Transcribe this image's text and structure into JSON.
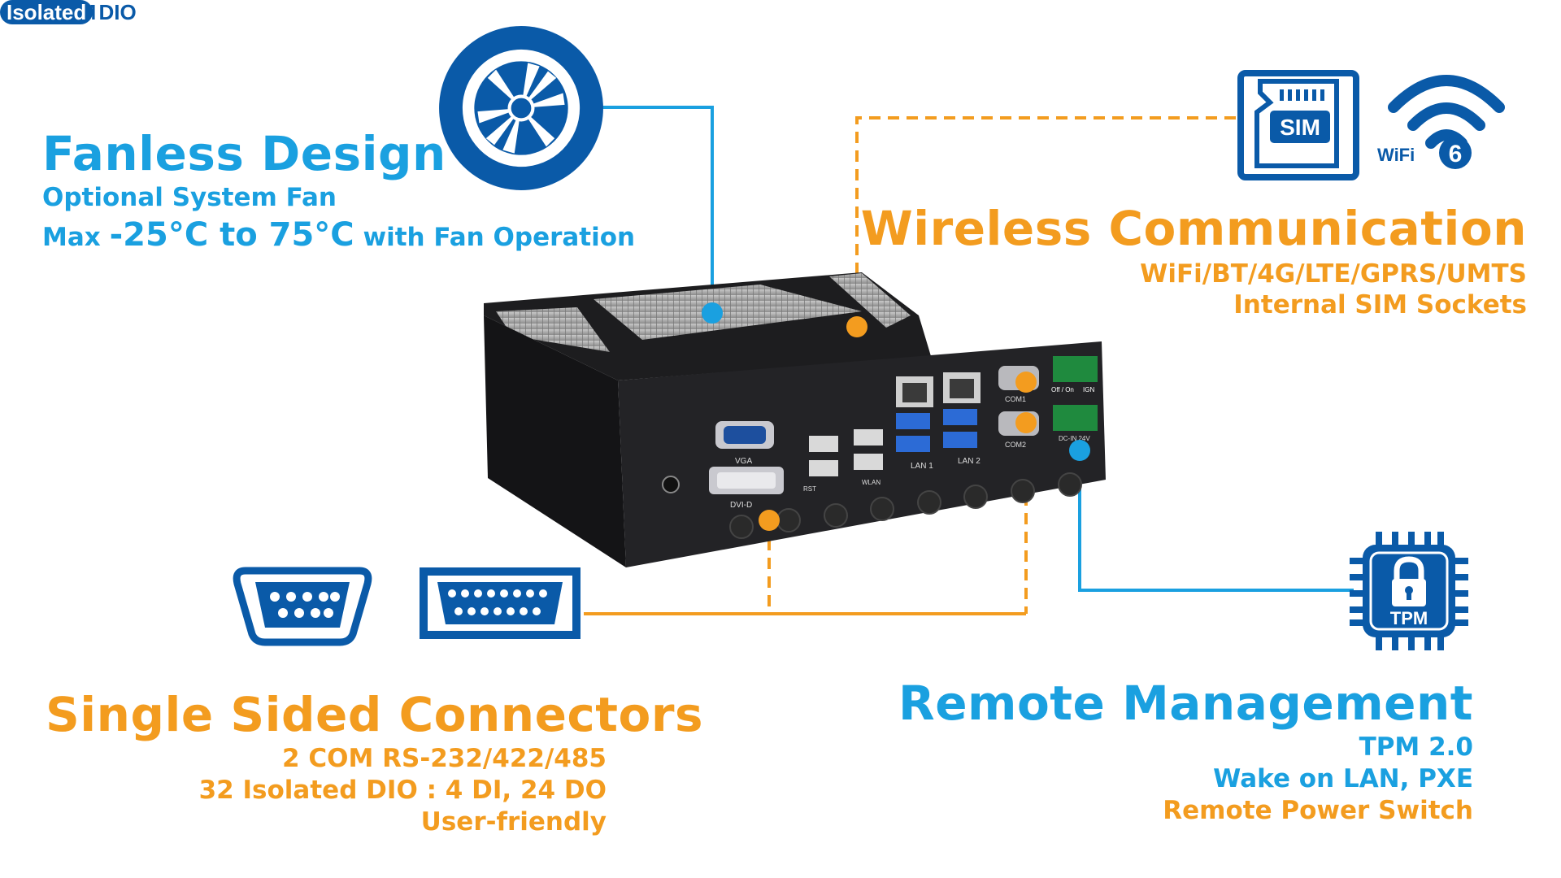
{
  "colors": {
    "blue": "#1aa0e0",
    "orange": "#f39c1f",
    "dark_blue": "#0a5aa8",
    "device": "#1b1b1d"
  },
  "fanless": {
    "title": "Fanless Design",
    "line1": "Optional System Fan",
    "line2_prefix": "Max ",
    "line2_range": "-25°C to 75°C",
    "line2_suffix": " with Fan Operation",
    "icon": "fan-icon"
  },
  "wireless": {
    "title": "Wireless Communication",
    "line1": "WiFi/BT/4G/LTE/GPRS/UMTS",
    "line2": "Internal SIM Sockets",
    "sim_label": "SIM",
    "wifi_label": "WiFi",
    "wifi_version": "6",
    "icons": [
      "sim-card-icon",
      "wifi-icon"
    ]
  },
  "connectors": {
    "title": "Single Sided Connectors",
    "line1": "2 COM RS-232/422/485",
    "line2": "32 Isolated DIO : 4 DI, 24 DO",
    "line3": "User-friendly",
    "com_label": "COM",
    "dio_badge": "Isolated",
    "dio_label": "DIO",
    "icons": [
      "com-port-icon",
      "dio-port-icon"
    ]
  },
  "remote": {
    "title": "Remote Management",
    "line1": "TPM 2.0",
    "line2": "Wake on LAN, PXE",
    "line3": "Remote Power Switch",
    "tpm_label": "TPM",
    "icon": "tpm-chip-icon"
  },
  "device": {
    "port_labels": {
      "vga": "VGA",
      "dvid": "DVI-D",
      "lan1": "LAN 1",
      "lan2": "LAN 2",
      "com1": "COM1",
      "com2": "COM2",
      "rst": "RST",
      "wlan": "WLAN",
      "offon": "Off / On",
      "ign": "IGN",
      "dcin": "DC-IN 24V"
    }
  }
}
